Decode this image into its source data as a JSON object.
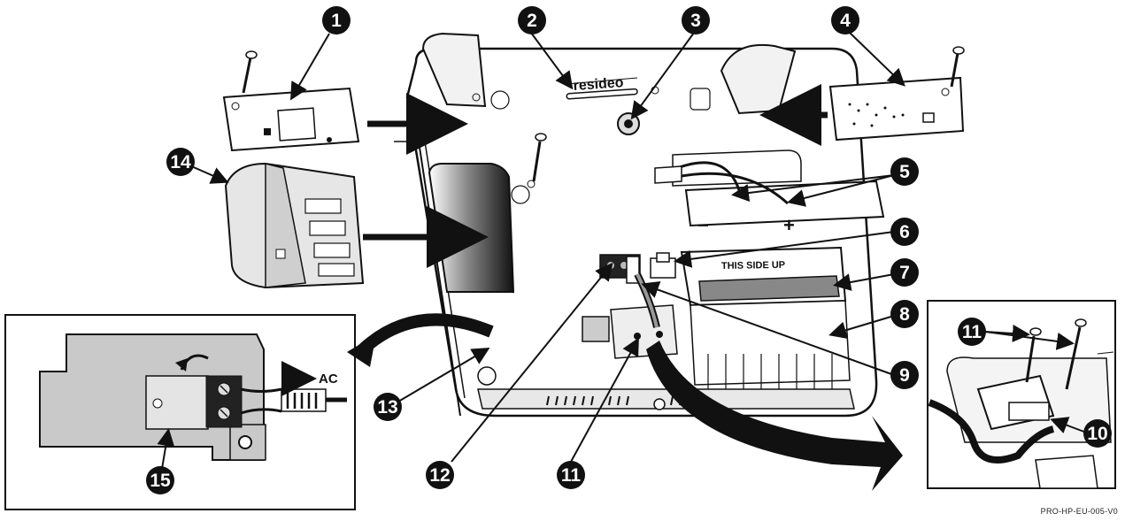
{
  "brand": {
    "logo_text": "resideo"
  },
  "callouts": [
    "1",
    "2",
    "3",
    "4",
    "5",
    "6",
    "7",
    "8",
    "9",
    "10",
    "11",
    "12",
    "13",
    "14",
    "15",
    "11"
  ],
  "labels": {
    "this_side_up": "THIS SIDE UP",
    "minus": "−",
    "plus": "+",
    "ac": "AC",
    "doc_code": "PRO-HP-EU-005-V0"
  },
  "colors": {
    "ink": "#111111",
    "panel_grey": "#c9c9c9",
    "dark": "#1a1a1a",
    "detail_bg": "#cfcfcf"
  }
}
